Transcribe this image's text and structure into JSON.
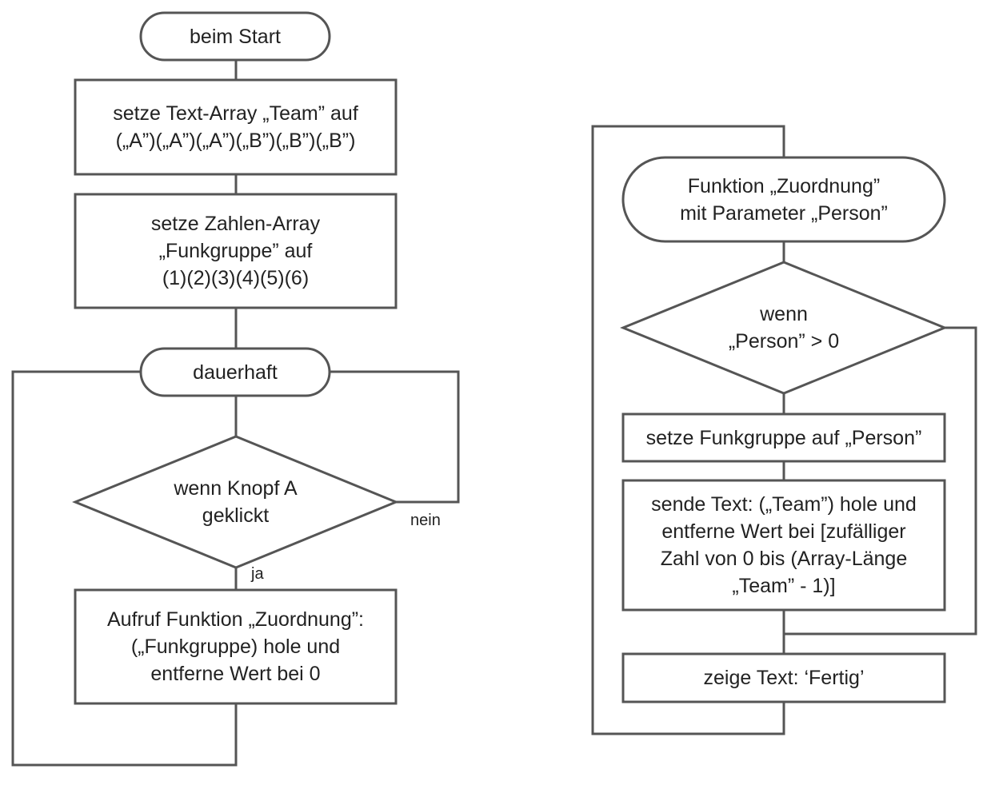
{
  "left_flow": {
    "start": "beim Start",
    "set_team": "setze Text-Array „Team” auf\n(„A”)(„A”)(„A”)(„B”)(„B”)(„B”)",
    "set_funkgruppe": "setze Zahlen-Array\n„Funkgruppe” auf\n(1)(2)(3)(4)(5)(6)",
    "forever": "dauerhaft",
    "decision": "wenn Knopf A\ngeklickt",
    "label_yes": "ja",
    "label_no": "nein",
    "call": "Aufruf Funktion „Zuordnung”:\n(„Funkgruppe) hole und\nentferne Wert bei 0"
  },
  "right_flow": {
    "function": "Funktion „Zuordnung”\nmit Parameter „Person”",
    "decision": "wenn\n„Person” > 0",
    "set_group": "setze Funkgruppe auf „Person”",
    "send_text": "sende Text: („Team”) hole und\nentferne Wert bei [zufälliger\nZahl von 0 bis (Array-Länge\n„Team” - 1)]",
    "show_text": "zeige Text: ‘Fertig’"
  }
}
